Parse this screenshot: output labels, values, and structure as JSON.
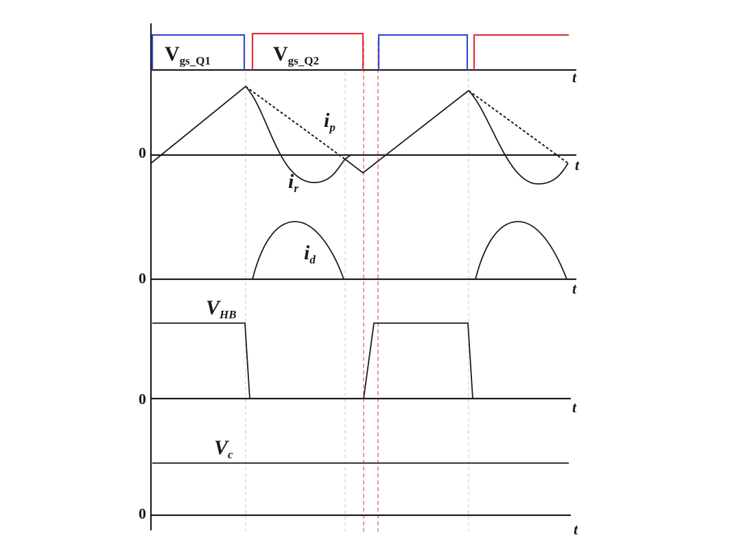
{
  "signals": {
    "vgs_q1": {
      "main": "V",
      "sub": "gs_Q1",
      "color": "#3a45d8"
    },
    "vgs_q2": {
      "main": "V",
      "sub": "gs_Q2",
      "color": "#e0303a"
    },
    "ip": {
      "main": "i",
      "sub": "p"
    },
    "ir": {
      "main": "i",
      "sub": "r"
    },
    "id": {
      "main": "i",
      "sub": "d"
    },
    "vhb": {
      "main": "V",
      "sub": "HB"
    },
    "vc": {
      "main": "V",
      "sub": "c"
    }
  },
  "axis": {
    "time_label": "t",
    "zero_label": "0"
  }
}
